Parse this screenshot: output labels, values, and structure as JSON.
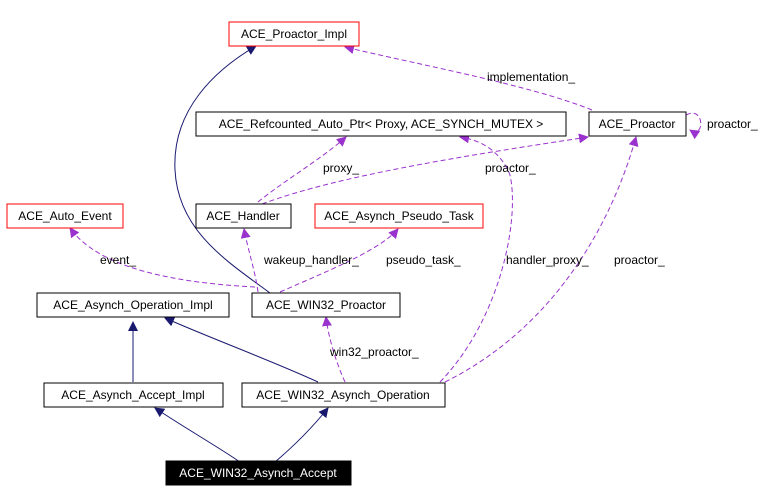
{
  "colors": {
    "inheritance_edge": "#191970",
    "usage_edge": "#9a32cd",
    "node_border": "#000000",
    "external_node_border": "#ff0000",
    "selected_fill": "#000000",
    "selected_text": "#ffffff",
    "background": "#ffffff"
  },
  "nodes": {
    "proactor_impl": "ACE_Proactor_Impl",
    "refcounted_auto_ptr": "ACE_Refcounted_Auto_Ptr< Proxy, ACE_SYNCH_MUTEX >",
    "proactor": "ACE_Proactor",
    "auto_event": "ACE_Auto_Event",
    "handler": "ACE_Handler",
    "asynch_pseudo_task": "ACE_Asynch_Pseudo_Task",
    "asynch_operation_impl": "ACE_Asynch_Operation_Impl",
    "win32_proactor": "ACE_WIN32_Proactor",
    "asynch_accept_impl": "ACE_Asynch_Accept_Impl",
    "win32_asynch_operation": "ACE_WIN32_Asynch_Operation",
    "win32_asynch_accept": "ACE_WIN32_Asynch_Accept"
  },
  "edge_labels": {
    "implementation": "implementation_",
    "proactor_self": "proactor_",
    "proxy": "proxy_",
    "proactor_handler": "proactor_",
    "event": "event_",
    "wakeup_handler": "wakeup_handler_",
    "pseudo_task": "pseudo_task_",
    "handler_proxy": "handler_proxy_",
    "proactor_op": "proactor_",
    "win32_proactor": "win32_proactor_"
  }
}
